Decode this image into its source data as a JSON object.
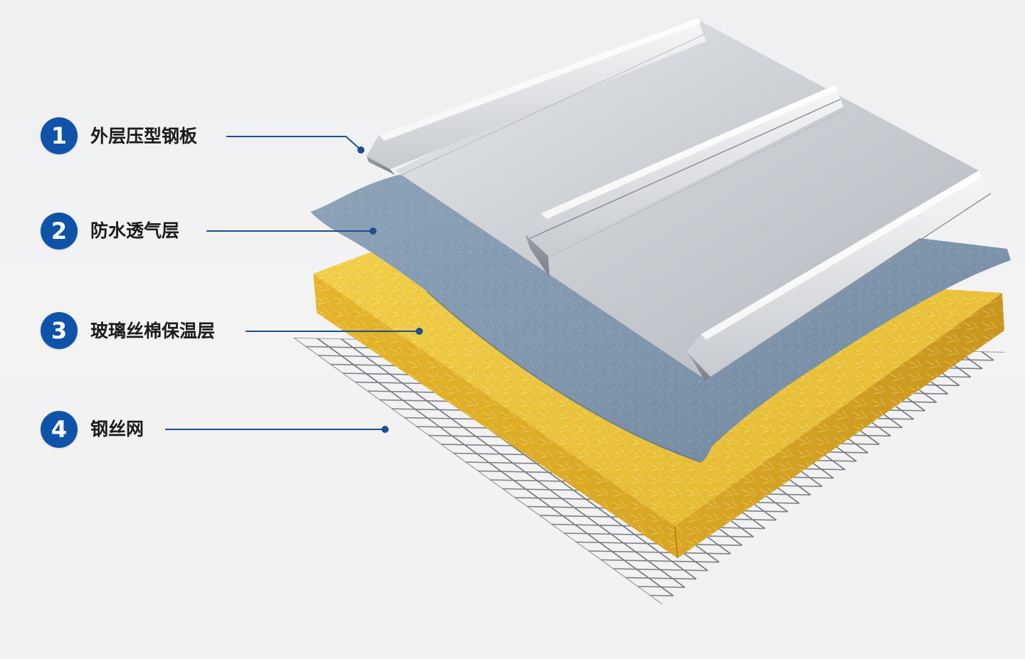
{
  "diagram": {
    "accent_color": "#0f53a8",
    "layers": [
      {
        "number": "1",
        "label": "外层压型钢板",
        "material": "steel-sheet"
      },
      {
        "number": "2",
        "label": "防水透气层",
        "material": "breathable-membrane"
      },
      {
        "number": "3",
        "label": "玻璃丝棉保温层",
        "material": "glass-wool"
      },
      {
        "number": "4",
        "label": "钢丝网",
        "material": "wire-mesh"
      }
    ]
  }
}
